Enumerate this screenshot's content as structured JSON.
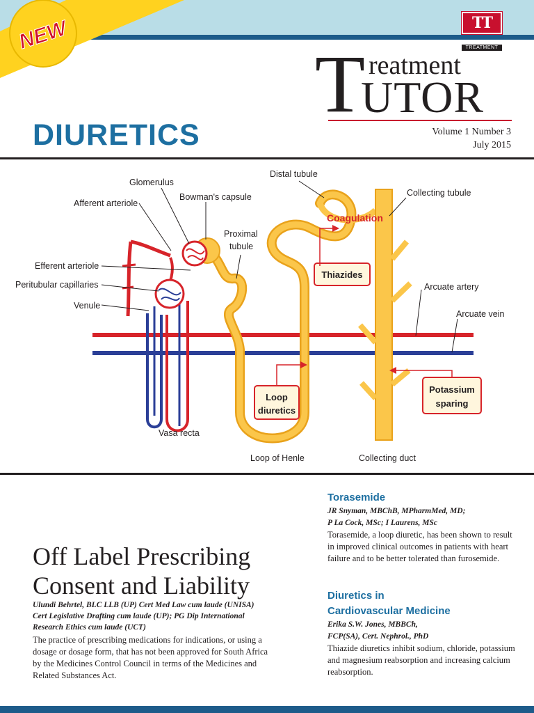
{
  "colors": {
    "brand_blue": "#1d6fa1",
    "accent_red": "#c8102e",
    "band": "#b9dde7",
    "ribbon_yellow": "#ffd21f",
    "tubule_orange": "#f5b52e"
  },
  "badge": {
    "text": "NEW"
  },
  "logo": {
    "mark": "TT",
    "caption": "TREATMENT"
  },
  "masthead": {
    "first_letter": "T",
    "word_top": "reatment",
    "word_bottom": "UTOR"
  },
  "section_title": "DIURETICS",
  "issue": {
    "volume": "Volume 1 Number 3",
    "date": "July 2015"
  },
  "figure": {
    "labels": {
      "glomerulus": "Glomerulus",
      "bowmans_capsule": "Bowman's capsule",
      "afferent_arteriole": "Afferent arteriole",
      "efferent_arteriole": "Efferent arteriole",
      "peritubular_capillaries": "Peritubular capillaries",
      "venule": "Venule",
      "vasa_recta": "Vasa recta",
      "proximal": "Proximal",
      "tubule": "tubule",
      "distal_tubule": "Distal tubule",
      "collecting_tubule": "Collecting tubule",
      "coagulation": "Coagulation",
      "arcuate_artery": "Arcuate artery",
      "arcuate_vein": "Arcuate vein",
      "loop_of_henle": "Loop of Henle",
      "collecting_duct": "Collecting duct"
    },
    "drugs": {
      "thiazides": "Thiazides",
      "loop_1": "Loop",
      "loop_2": "diuretics",
      "potassium_1": "Potassium",
      "potassium_2": "sparing"
    }
  },
  "lead_article": {
    "title_line1": "Off Label Prescribing",
    "title_line2": "Consent and Liability",
    "byline": "Ulundi Behrtel, BLC LLB (UP) Cert Med Law cum laude (UNISA) Cert Legislative Drafting cum laude (UP); PG Dip International Research Ethics cum laude (UCT)",
    "body": "The practice of prescribing medications for indications, or using a dosage or dosage form, that has not been approved for South Africa by the Medicines Control Council in terms of the Medicines and Related Substances Act."
  },
  "side_articles": [
    {
      "title": "Torasemide",
      "authors_line1": "JR Snyman, MBChB, MPharmMed, MD;",
      "authors_line2": "P La Cock, MSc; I Laurens, MSc",
      "body": "Torasemide, a loop diuretic, has been shown to result in improved clinical outcomes in patients with heart failure and to be better tolerated than furosemide."
    },
    {
      "title_line1": "Diuretics in",
      "title_line2": "Cardiovascular Medicine",
      "authors_line1": "Erika S.W. Jones, MBBCh,",
      "authors_line2": "FCP(SA), Cert. Nephrol., PhD",
      "body": "Thiazide diuretics inhibit sodium, chloride, potassium and magnesium reabsorption and increasing calcium reabsorption."
    }
  ]
}
